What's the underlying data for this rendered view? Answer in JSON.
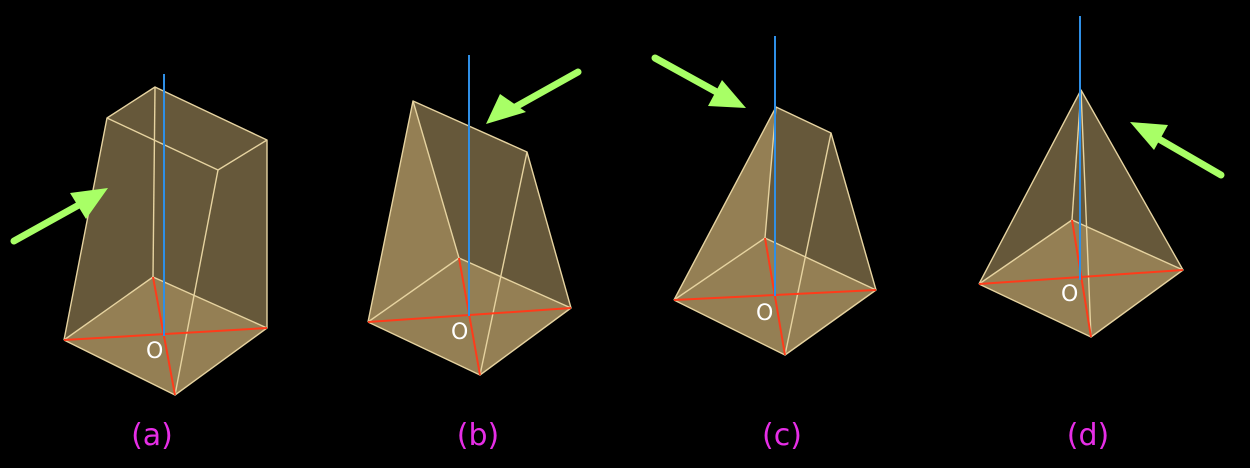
{
  "colors": {
    "background": "#000000",
    "solid_fill": "#b9a06a",
    "solid_stroke": "#e6d3a0",
    "diagonal": "#ff3b1a",
    "axis": "#2f8fe6",
    "arrow": "#a8ff66",
    "caption": "#e62ee6",
    "origin_label": "#ffffff"
  },
  "panels": [
    {
      "caption": "(a)",
      "origin_label": "O",
      "shape": "rectangular-prism"
    },
    {
      "caption": "(b)",
      "origin_label": "O",
      "shape": "wedge"
    },
    {
      "caption": "(c)",
      "origin_label": "O",
      "shape": "truncated-wedge"
    },
    {
      "caption": "(d)",
      "origin_label": "O",
      "shape": "pyramid"
    }
  ]
}
